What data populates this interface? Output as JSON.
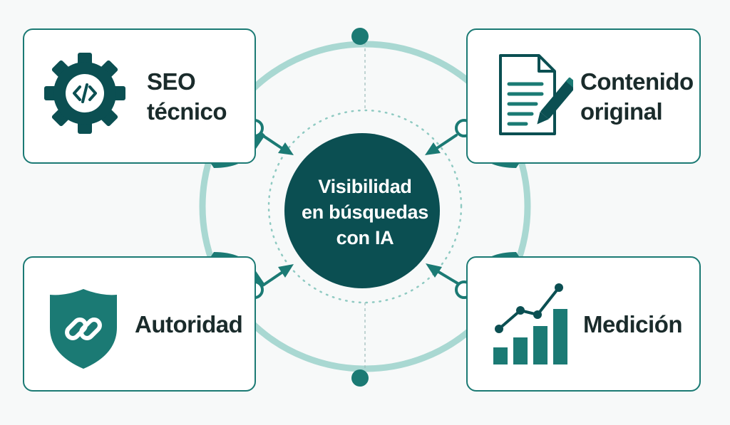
{
  "center": {
    "lines": [
      "Visibilidad",
      "en búsquedas",
      "con IA"
    ]
  },
  "cards": {
    "seo": {
      "lines": [
        "SEO",
        "técnico"
      ],
      "icon": "gear-code-icon"
    },
    "contenido": {
      "lines": [
        "Contenido",
        "original"
      ],
      "icon": "document-pencil-icon"
    },
    "autoridad": {
      "label": "Autoridad",
      "icon": "shield-link-icon"
    },
    "medicion": {
      "label": "Medición",
      "icon": "bar-chart-trend-icon"
    }
  },
  "colors": {
    "primary_dark": "#0b4f52",
    "primary": "#1b7a74",
    "ring": "#a9d8d2",
    "text": "#1a2b2b",
    "background": "#f7f9f9"
  }
}
